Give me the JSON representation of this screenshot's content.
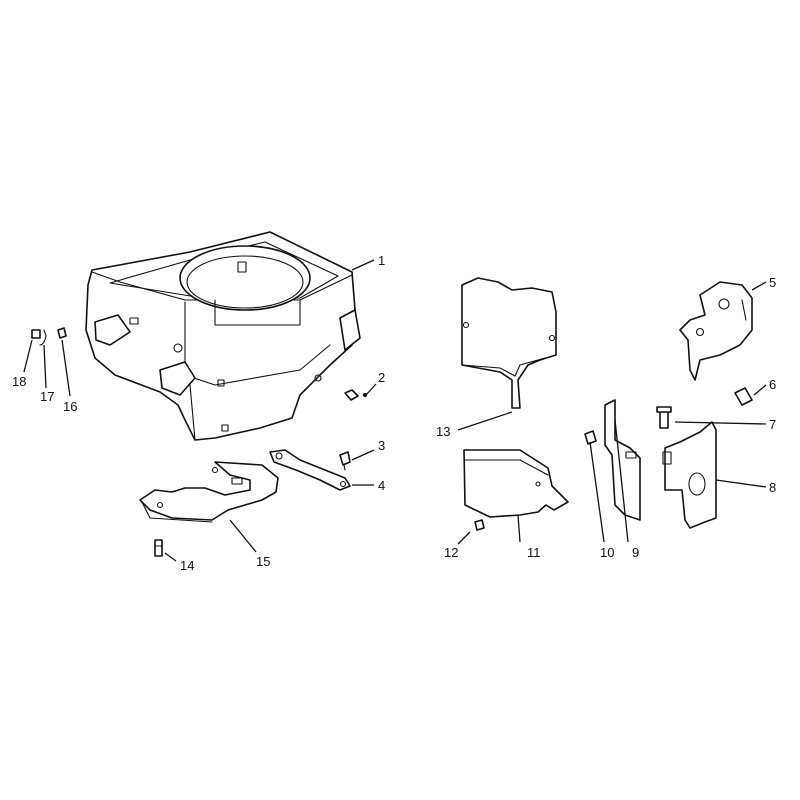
{
  "diagram": {
    "callouts": [
      {
        "id": "1",
        "label": "1"
      },
      {
        "id": "2",
        "label": "2"
      },
      {
        "id": "3",
        "label": "3"
      },
      {
        "id": "4",
        "label": "4"
      },
      {
        "id": "5",
        "label": "5"
      },
      {
        "id": "6",
        "label": "6"
      },
      {
        "id": "7",
        "label": "7"
      },
      {
        "id": "8",
        "label": "8"
      },
      {
        "id": "9",
        "label": "9"
      },
      {
        "id": "10",
        "label": "10"
      },
      {
        "id": "11",
        "label": "11"
      },
      {
        "id": "12",
        "label": "12"
      },
      {
        "id": "13",
        "label": "13"
      },
      {
        "id": "14",
        "label": "14"
      },
      {
        "id": "15",
        "label": "15"
      },
      {
        "id": "16",
        "label": "16"
      },
      {
        "id": "17",
        "label": "17"
      },
      {
        "id": "18",
        "label": "18"
      }
    ],
    "colors": {
      "ink": "#111111",
      "paper": "#ffffff"
    }
  }
}
